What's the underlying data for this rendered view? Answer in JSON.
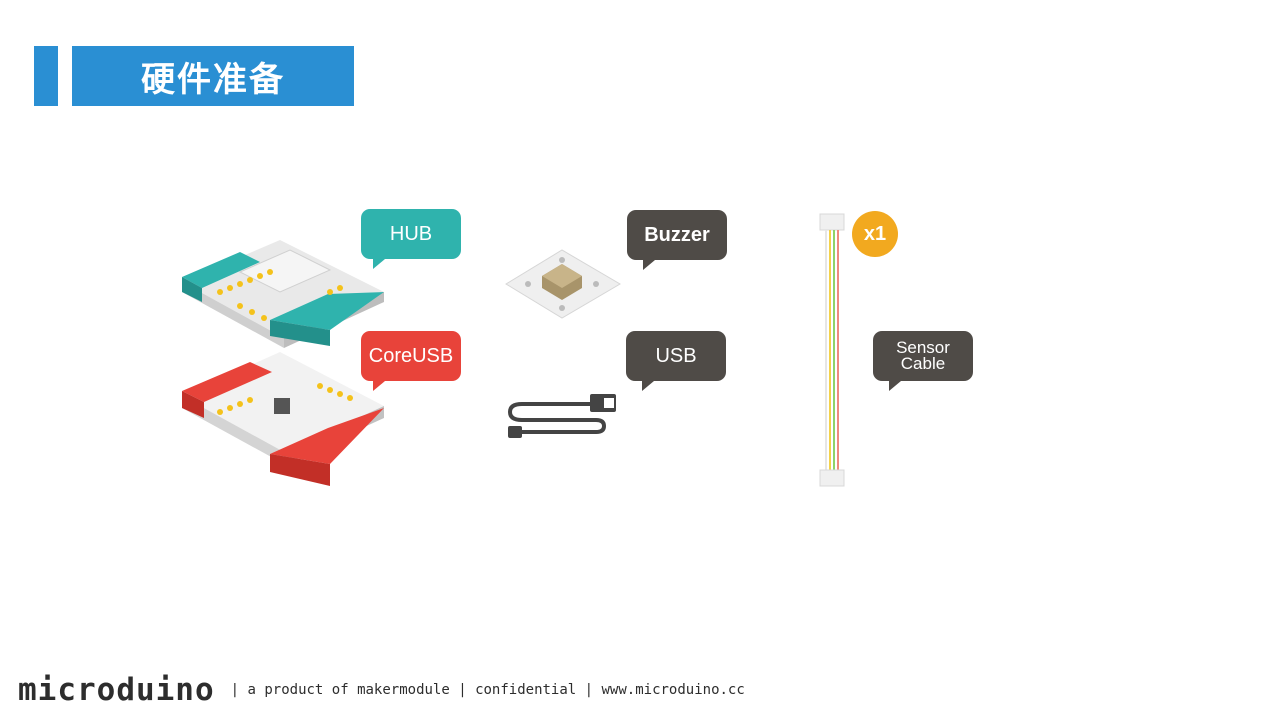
{
  "header": {
    "title": "硬件准备"
  },
  "components": {
    "hub_label": "HUB",
    "coreusb_label": "CoreUSB",
    "buzzer_label": "Buzzer",
    "usb_label": "USB",
    "sensor_label_line1": "Sensor",
    "sensor_label_line2": "Cable",
    "quantity_badge": "x1"
  },
  "colors": {
    "title_blue": "#2a8fd3",
    "hub_teal": "#2fb3ad",
    "core_red": "#e8433a",
    "label_dark": "#4f4b47",
    "badge_orange": "#f2a91f"
  },
  "footer": {
    "logo": "microduino",
    "tagline": "| a product of makermodule | confidential | www.microduino.cc"
  }
}
